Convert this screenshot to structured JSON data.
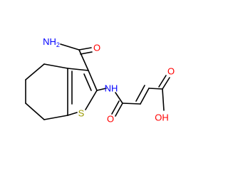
{
  "molecule": {
    "colors": {
      "bond": "#000000",
      "oxygen": "#ff0000",
      "nitrogen": "#0000ff",
      "sulfur": "#999900",
      "background": "#ffffff"
    },
    "labels": {
      "amide_nh2": "NH2",
      "amide_o": "O",
      "ring_s": "S",
      "linker_nh": "NH",
      "linker_o": "O",
      "acid_o": "O",
      "acid_oh": "OH"
    }
  }
}
